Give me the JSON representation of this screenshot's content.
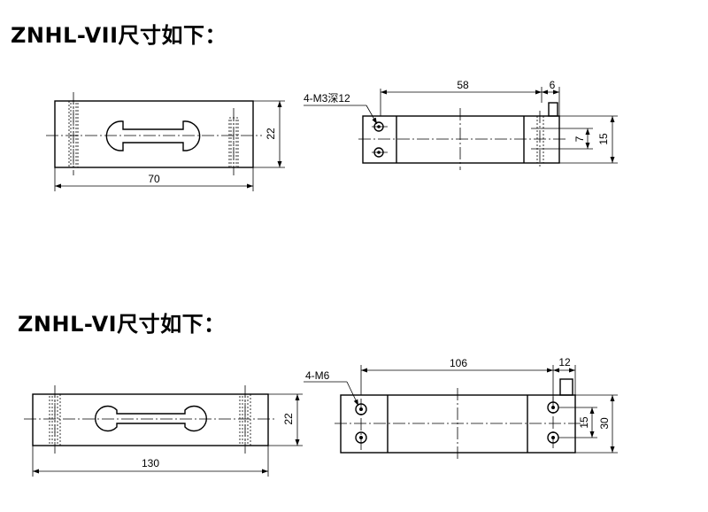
{
  "titles": {
    "vii": "ZNHL-VII尺寸如下：",
    "vi": "ZNHL-VI尺寸如下："
  },
  "vii": {
    "front_length": "70",
    "front_height": "22",
    "side_length": "58",
    "side_offset": "6",
    "side_hole_spacing": "7",
    "side_height": "15",
    "thread_note": "4-M3深12"
  },
  "vi": {
    "front_length": "130",
    "front_height": "22",
    "side_length": "106",
    "side_offset": "12",
    "side_hole_spacing": "15",
    "side_height": "30",
    "thread_note": "4-M6"
  }
}
